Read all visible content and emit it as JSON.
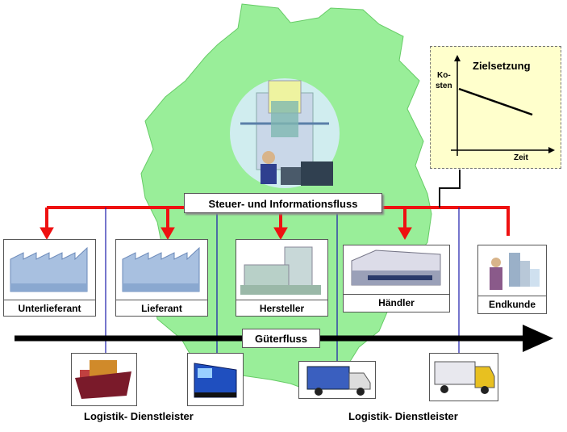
{
  "info_flow": {
    "label": "Steuer- und Informationsfluss"
  },
  "goods_flow": {
    "label": "Güterfluss"
  },
  "goal_chart": {
    "title": "Zielsetzung",
    "y_label_line1": "Ko-",
    "y_label_line2": "sten",
    "x_label": "Zeit"
  },
  "chain": [
    {
      "label": "Unterlieferant",
      "icon": "factory-icon"
    },
    {
      "label": "Lieferant",
      "icon": "factory-icon"
    },
    {
      "label": "Hersteller",
      "icon": "plant-icon"
    },
    {
      "label": "Händler",
      "icon": "warehouse-icon"
    },
    {
      "label": "Endkunde",
      "icon": "customer-icon"
    }
  ],
  "logistics": {
    "left_label": "Logistik- Dienstleister",
    "right_label": "Logistik- Dienstleister"
  },
  "colors": {
    "map": "#99ee99",
    "info_arrow": "#ee1111",
    "connector": "#1a1aaa",
    "goods_arrow": "#000000",
    "chart_bg": "#ffffcc"
  }
}
